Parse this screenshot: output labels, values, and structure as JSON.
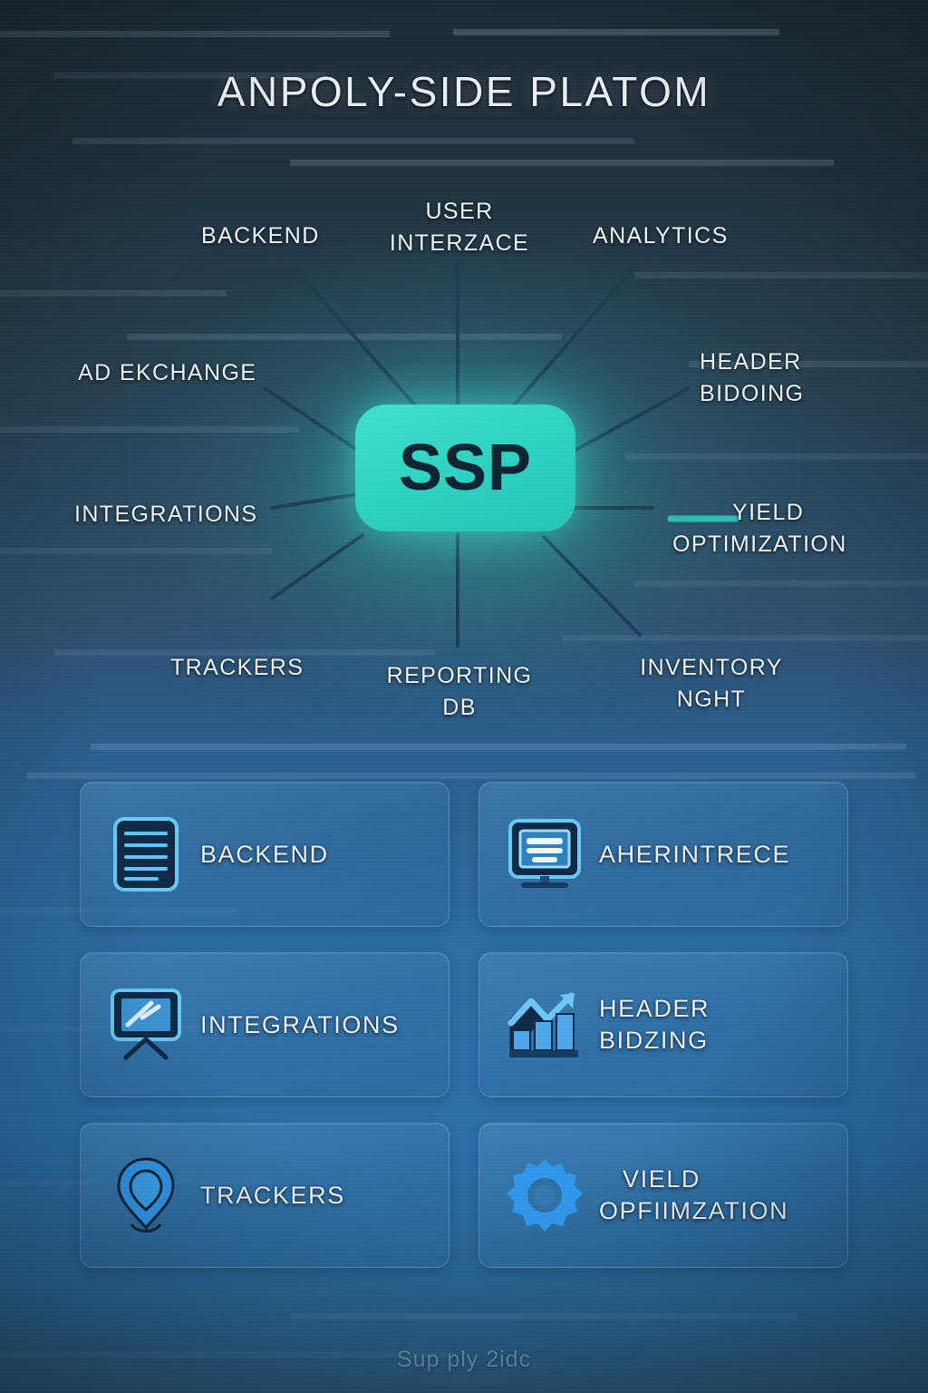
{
  "header": {
    "title": "ANPOLY-SIDE PLATOM"
  },
  "hub": {
    "label": "SSP",
    "fill_color": "#2ccfc2",
    "text_color": "#0e2230"
  },
  "diagram": {
    "nodes": [
      {
        "id": "backend",
        "label": "BACKEND",
        "lines": [
          "BACKEND"
        ]
      },
      {
        "id": "user-interface",
        "label": "USER INTERZACE",
        "lines": [
          "USER",
          "INTERZACE"
        ]
      },
      {
        "id": "analytics",
        "label": "ANALYTICS",
        "lines": [
          "ANALYTICS"
        ]
      },
      {
        "id": "ad-exchange",
        "label": "AD EKCHANGE",
        "lines": [
          "AD EKCHANGE"
        ]
      },
      {
        "id": "header-bidding",
        "label": "HEADER BIDOING",
        "lines": [
          "HEADER",
          "BIDOING"
        ]
      },
      {
        "id": "integrations",
        "label": "INTEGRATIONS",
        "lines": [
          "INTEGRATIONS"
        ]
      },
      {
        "id": "yield-optimization",
        "label": "YIELD OPTIMIZATION",
        "lines": [
          "YIELD",
          "OPTIMIZATION"
        ]
      },
      {
        "id": "trackers",
        "label": "TRACKERS",
        "lines": [
          "TRACKERS"
        ]
      },
      {
        "id": "reporting-db",
        "label": "REPORTING DB",
        "lines": [
          "REPORTING",
          "DB"
        ]
      },
      {
        "id": "inventory-mgmt",
        "label": "INVENTORY NGHT",
        "lines": [
          "INVENTORY",
          "NGHT"
        ]
      }
    ]
  },
  "cards": [
    {
      "id": "backend",
      "label": "BACKEND",
      "lines": [
        "BACKEND"
      ],
      "icon": "document-lines-icon"
    },
    {
      "id": "interface",
      "label": "AHERINTRECE",
      "lines": [
        "AHERINTRECE"
      ],
      "icon": "monitor-icon"
    },
    {
      "id": "integrations",
      "label": "INTEGRATIONS",
      "lines": [
        "INTEGRATIONS"
      ],
      "icon": "presentation-screen-icon"
    },
    {
      "id": "header-bidding",
      "label": "HEADER BIDZING",
      "lines": [
        "HEADER",
        "BIDZING"
      ],
      "icon": "bar-chart-arrow-icon"
    },
    {
      "id": "trackers",
      "label": "TRACKERS",
      "lines": [
        "TRACKERS"
      ],
      "icon": "map-pin-icon"
    },
    {
      "id": "yield",
      "label": "VIELD OPFIIMZATION",
      "lines": [
        "VIELD",
        "OPFIIMZATION"
      ],
      "icon": "gear-icon"
    }
  ],
  "footer": {
    "text": "Sup ply 2idc"
  },
  "theme": {
    "background_dark": "#1c2b36",
    "background_mid": "#2d5070",
    "background_light": "#2c6da3",
    "accent_teal": "#2ccfc2",
    "accent_blue": "#2f95e8",
    "spoke_line": "#1e3d52",
    "text_primary": "#eef4f7"
  }
}
